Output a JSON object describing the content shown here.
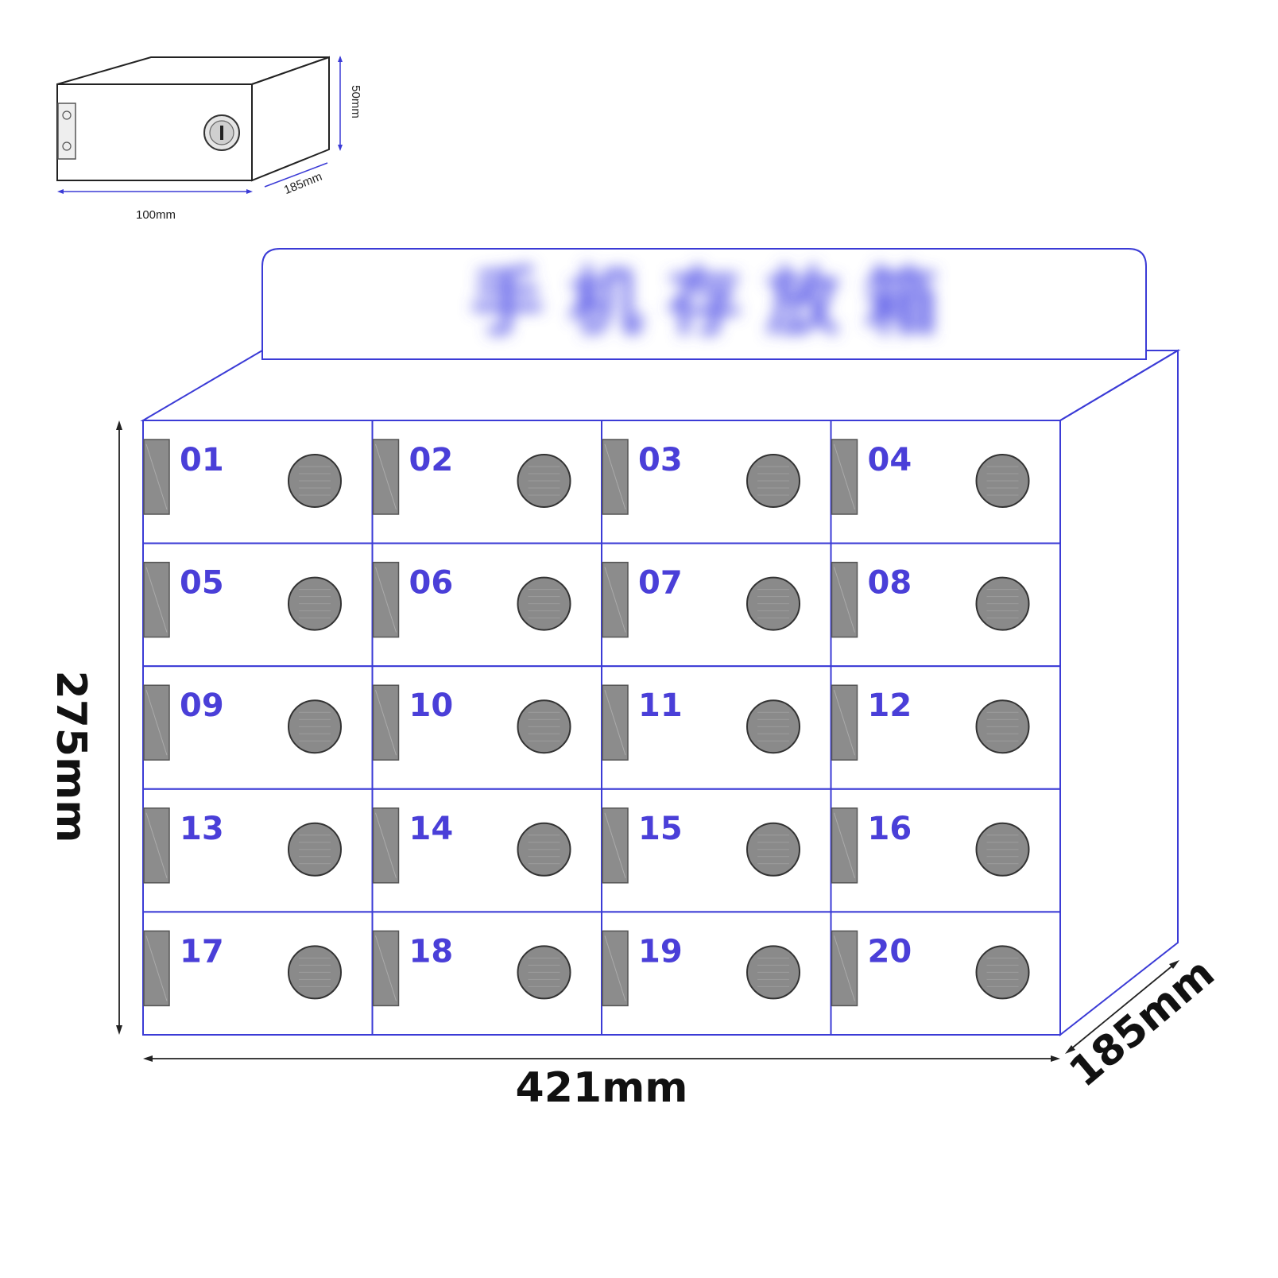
{
  "colors": {
    "line": "#3b3bd6",
    "number": "#4a3fd8",
    "lock": "#8a8a8a",
    "hinge": "#8c8c8c",
    "dim_black": "#222222",
    "sign_text": "#5b5be8"
  },
  "small_box": {
    "width_label": "100mm",
    "depth_label": "185mm",
    "height_label": "50mm"
  },
  "sign": {
    "text": "手 机 存 放 箱"
  },
  "cabinet": {
    "rows": 5,
    "cols": 4,
    "compartments": [
      "01",
      "02",
      "03",
      "04",
      "05",
      "06",
      "07",
      "08",
      "09",
      "10",
      "11",
      "12",
      "13",
      "14",
      "15",
      "16",
      "17",
      "18",
      "19",
      "20"
    ],
    "width_label": "421mm",
    "height_label": "275mm",
    "depth_label": "185mm"
  }
}
